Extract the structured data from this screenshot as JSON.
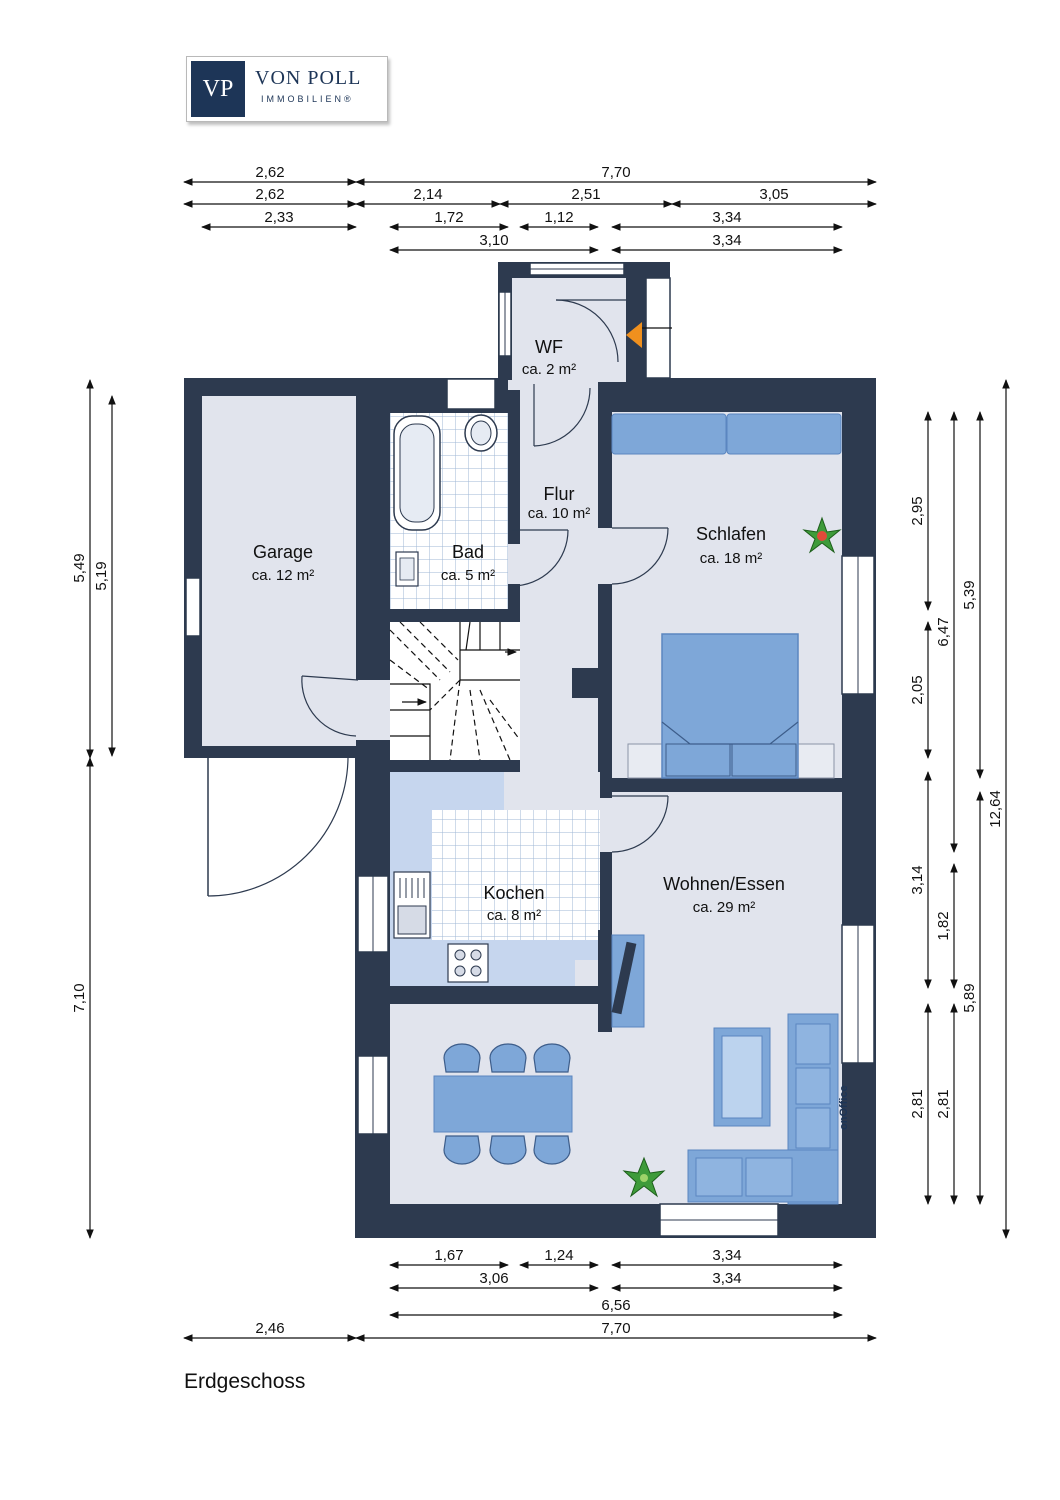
{
  "logo": {
    "monogram": "VP",
    "name": "VON POLL",
    "subtitle": "IMMOBILIEN®"
  },
  "floor_label": "Erdgeschoss",
  "watermark": "onOffice",
  "rooms": [
    {
      "key": "wf",
      "name": "WF",
      "area": "ca. 2 m²"
    },
    {
      "key": "flur",
      "name": "Flur",
      "area": "ca. 10 m²"
    },
    {
      "key": "bad",
      "name": "Bad",
      "area": "ca. 5 m²"
    },
    {
      "key": "garage",
      "name": "Garage",
      "area": "ca. 12 m²"
    },
    {
      "key": "schlafen",
      "name": "Schlafen",
      "area": "ca. 18 m²"
    },
    {
      "key": "kochen",
      "name": "Kochen",
      "area": "ca. 8 m²"
    },
    {
      "key": "wohnen",
      "name": "Wohnen/Essen",
      "area": "ca. 29 m²"
    }
  ],
  "dimensions": {
    "top": [
      "2,62",
      "7,70",
      "2,62",
      "2,14",
      "2,51",
      "3,05",
      "2,33",
      "1,72",
      "1,12",
      "3,34",
      "3,10",
      "3,34"
    ],
    "bottom": [
      "1,67",
      "1,24",
      "3,34",
      "3,06",
      "3,34",
      "6,56",
      "2,46",
      "7,70"
    ],
    "left": [
      "5,49",
      "5,19",
      "7,10"
    ],
    "right": [
      "2,95",
      "5,39",
      "6,47",
      "12,64",
      "2,05",
      "3,14",
      "1,82",
      "5,89",
      "2,81",
      "2,81"
    ]
  },
  "colors": {
    "wall": "#2d3a4f",
    "floor": "#e1e4ed",
    "furniture": "#7ea7d8",
    "furniture_dark": "#5b86c0",
    "tile_line": "#9fb7d6",
    "accent_arrow": "#f0901e"
  }
}
